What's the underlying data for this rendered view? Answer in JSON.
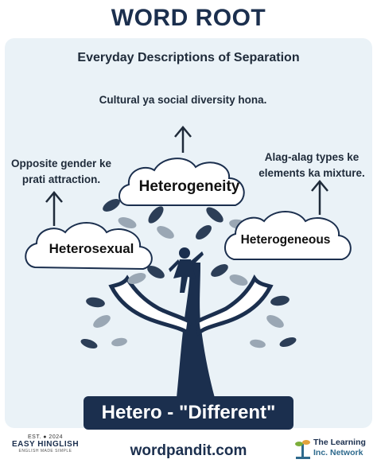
{
  "header": {
    "title": "WORD ROOT"
  },
  "poster": {
    "subtitle": "Everyday Descriptions of Separation",
    "root_banner": "Hetero - \"Different\"",
    "clouds": {
      "center": {
        "word": "Heterogeneity",
        "meaning": "Cultural ya social diversity hona."
      },
      "left": {
        "word": "Heterosexual",
        "meaning": "Opposite gender ke prati attraction."
      },
      "right": {
        "word": "Heterogeneous",
        "meaning": "Alag-alag types ke elements ka mixture."
      }
    }
  },
  "footer": {
    "url": "wordpandit.com",
    "left_brand": {
      "est": "EST.",
      "year": "2024",
      "name": "EASY HINGLISH",
      "tagline": "ENGLISH MADE SIMPLE"
    },
    "right_brand": {
      "line1": "The Learning",
      "line2": "Inc. Network"
    }
  },
  "colors": {
    "navy": "#1b2f4e",
    "panel": "#eaf2f7",
    "leaf_dark": "#2c3e57",
    "leaf_light": "#9aa7b4"
  }
}
